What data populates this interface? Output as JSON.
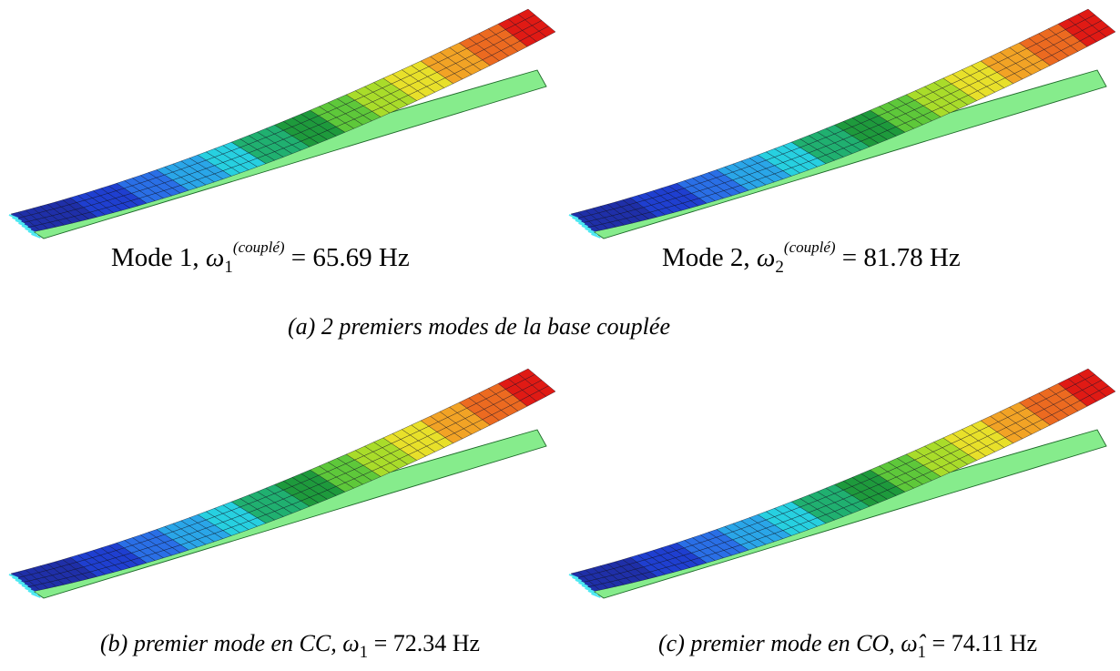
{
  "panels": [
    {
      "id": "top-left",
      "label": {
        "prefix": "Mode 1, ",
        "omega": "ω",
        "sub": "1",
        "sup": "(couplé)",
        "eq": " = 65.69",
        "unit": " Hz"
      }
    },
    {
      "id": "top-right",
      "label": {
        "prefix": "Mode 2, ",
        "omega": "ω",
        "sub": "2",
        "sup": "(couplé)",
        "eq": " = 81.78",
        "unit": " Hz"
      }
    },
    {
      "id": "bottom-left"
    },
    {
      "id": "bottom-right"
    }
  ],
  "captions": {
    "a": "(a)  2 premiers modes de la base couplée",
    "b": {
      "text": "(b) premier mode en CC, ",
      "omega": "ω",
      "sub": "1",
      "eq": " = 72.34",
      "unit": " Hz"
    },
    "c": {
      "text": "(c) premier mode en CO, ",
      "omega": "ω̂",
      "sub": "1",
      "eq": " = 74.11",
      "unit": " Hz"
    }
  },
  "colors": {
    "contour": [
      "#1f2fa8",
      "#1f3fd0",
      "#2a6fe6",
      "#2aa6e8",
      "#27d0e0",
      "#20b070",
      "#1e9a3c",
      "#5ec83a",
      "#a9dc2a",
      "#e8e02a",
      "#f2a325",
      "#ec6a20",
      "#e01a14"
    ],
    "undeformed": "#86ec8c",
    "support": "#4ee8f2"
  }
}
